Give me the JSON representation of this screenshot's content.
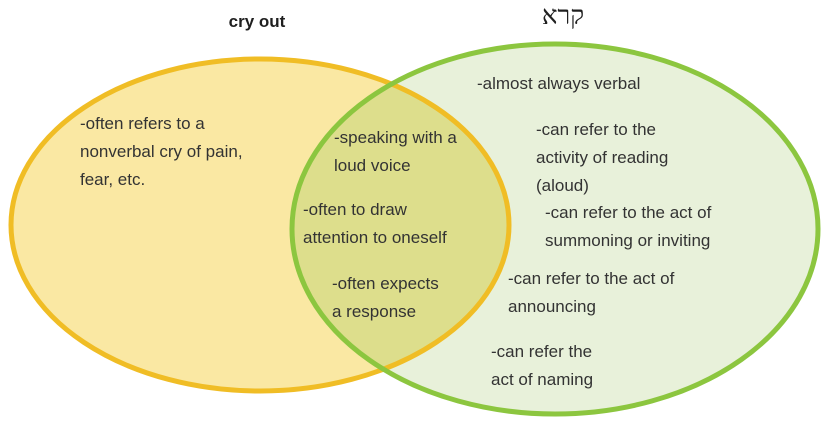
{
  "venn": {
    "left": {
      "title": "cry out",
      "items": [
        {
          "text": "-often refers to a\nnonverbal cry of pain,\nfear, etc."
        }
      ]
    },
    "overlap": {
      "items": [
        {
          "text": "-speaking with a\nloud voice"
        },
        {
          "text": "-often to draw\nattention to oneself"
        },
        {
          "text": "-often expects\na response"
        }
      ]
    },
    "right": {
      "title": "קרא",
      "items": [
        {
          "text": "-almost always verbal"
        },
        {
          "text": "-can refer to the\nactivity of reading\n(aloud)"
        },
        {
          "text": "-can refer to the act of\nsummoning or inviting"
        },
        {
          "text": "-can refer to the act of\nannouncing"
        },
        {
          "text": "-can refer the\nact of naming"
        }
      ]
    },
    "colors": {
      "left_fill": "#FAE8A3",
      "left_stroke": "#F0BD25",
      "right_fill": "#E8F1DA",
      "right_stroke": "#8CC63F",
      "overlap_fill": "#DDDE8C",
      "text": "#333333",
      "background": "#FFFFFF"
    }
  }
}
